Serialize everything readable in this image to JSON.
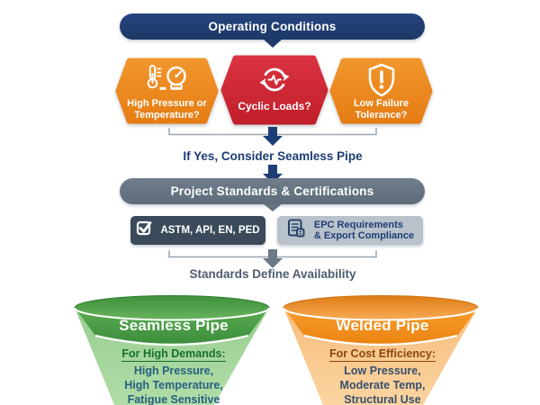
{
  "colors": {
    "navy": "#1d3e74",
    "slate": "#64717f",
    "slate_dark": "#3a4a5b",
    "slate_light": "#b9c1cb",
    "hex_orange": "#ee861c",
    "hex_red": "#d02330",
    "green_band": "#46973f",
    "green_light": "#a5d79e",
    "orange_band": "#f19020",
    "orange_light": "#f8c78c"
  },
  "header": {
    "label": "Operating Conditions"
  },
  "conditions": {
    "hexagons": [
      {
        "label": "High Pressure or Temperature?",
        "lines": [
          "High Pressure or",
          "Temperature?"
        ],
        "icon": "thermometer-gauge-icon"
      },
      {
        "label": "Cyclic Loads?",
        "lines": [
          "Cyclic Loads?"
        ],
        "icon": "cyclic-arrows-icon"
      },
      {
        "label": "Low Failure Tolerance?",
        "lines": [
          "Low Failure",
          "Tolerance?"
        ],
        "icon": "shield-alert-icon"
      }
    ],
    "conclusion": "If Yes, Consider Seamless Pipe"
  },
  "standards": {
    "header": "Project Standards & Certifications",
    "boxes": [
      {
        "label": "ASTM, API, EN, PED",
        "icon": "checkbox-check-icon"
      },
      {
        "lines": [
          "EPC Requirements",
          "& Export Compliance"
        ],
        "icon": "document-icon"
      }
    ],
    "conclusion": "Standards Define Availability"
  },
  "funnels": [
    {
      "title": "Seamless Pipe",
      "subtitle": "For High Demands:",
      "items": [
        "High Pressure,",
        "High Temperature,",
        "Fatigue Sensitive"
      ],
      "theme": "green"
    },
    {
      "title": "Welded Pipe",
      "subtitle": "For Cost Efficiency:",
      "items": [
        "Low Pressure,",
        "Moderate Temp,",
        "Structural Use"
      ],
      "theme": "orange"
    }
  ]
}
